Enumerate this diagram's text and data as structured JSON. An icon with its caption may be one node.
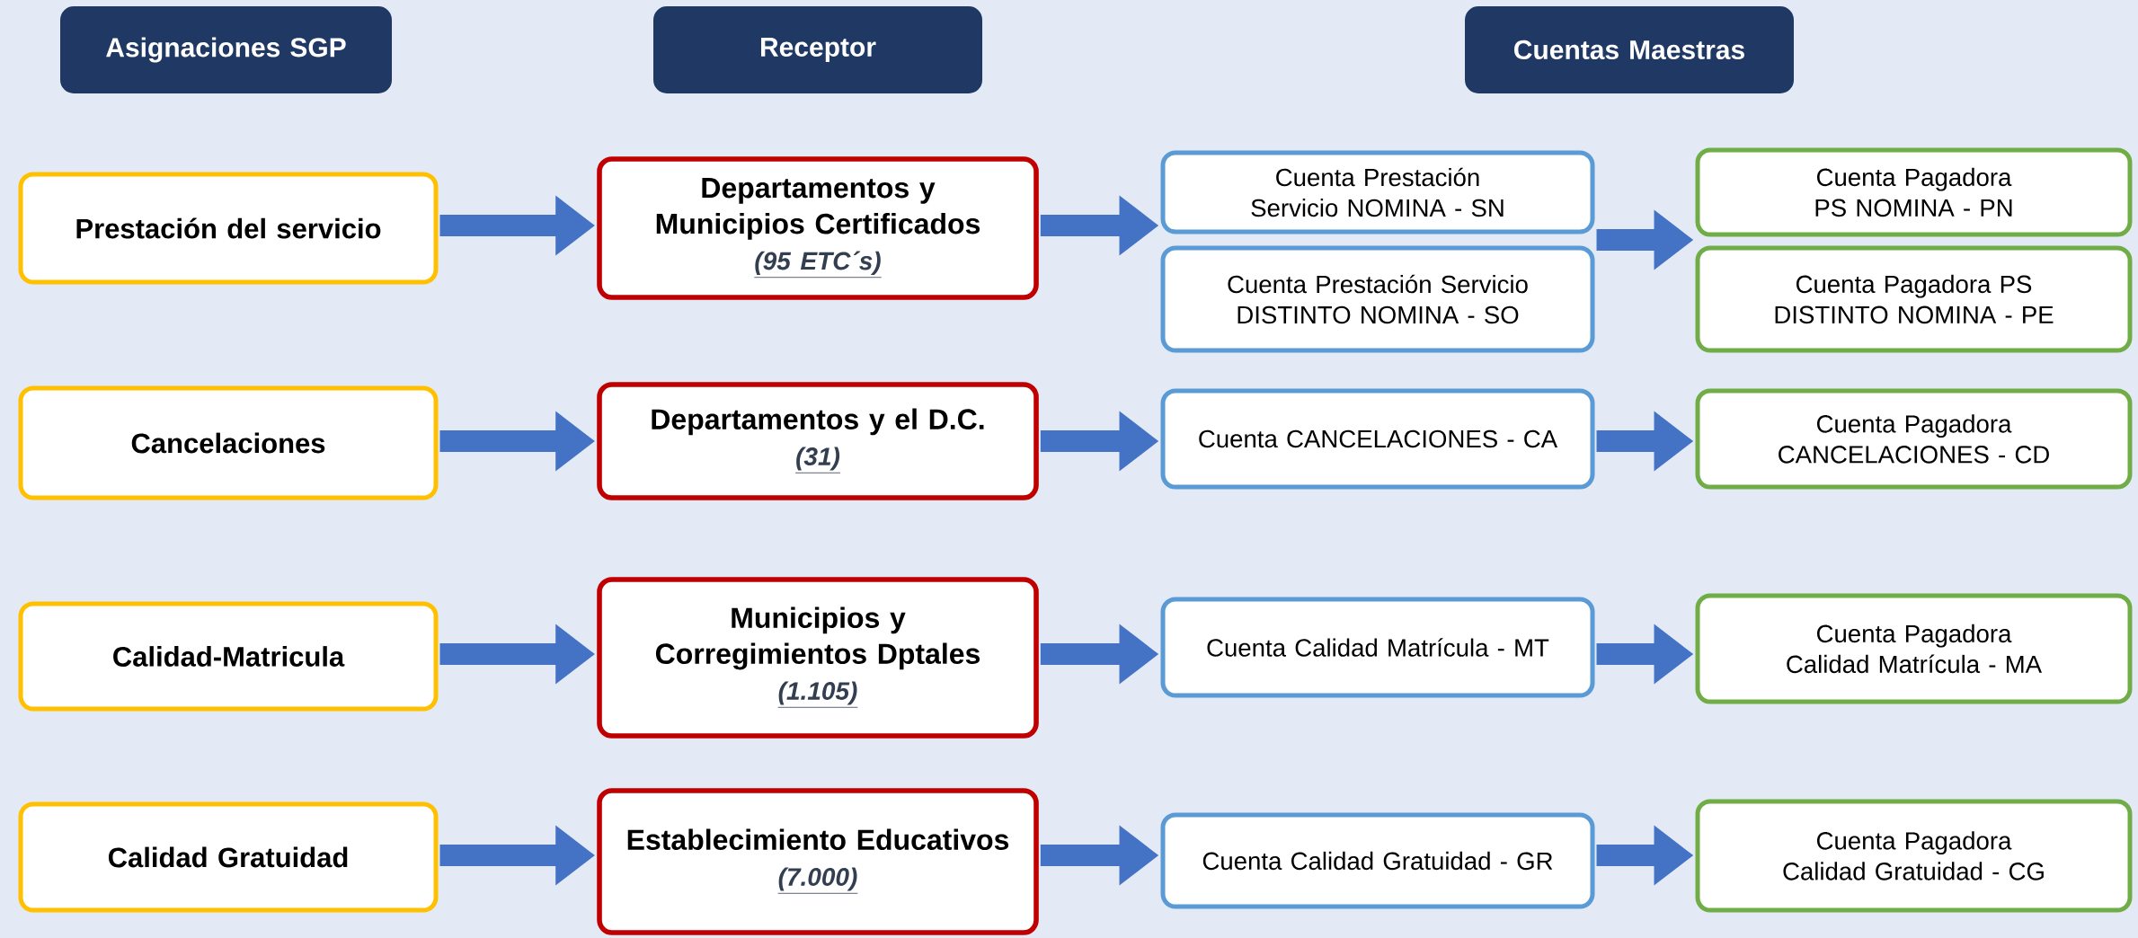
{
  "diagram": {
    "nodes": [
      {
        "text": [
          "Asignaciones SGP"
        ]
      },
      {
        "text": [
          "Receptor"
        ]
      },
      {
        "text": [
          "Cuentas Maestras"
        ]
      },
      {
        "text": [
          "Prestación del servicio"
        ]
      },
      {
        "text": [
          "Departamentos y Municipios Certificados",
          "(95 ETC´s)"
        ]
      },
      {
        "text": [
          "Cuenta Prestación Servicio NOMINA -  SN"
        ]
      },
      {
        "text": [
          "Cuenta Prestación Servicio DISTINTO NOMINA - SO"
        ]
      },
      {
        "text": [
          "Cuenta Pagadora PS NOMINA - PN"
        ]
      },
      {
        "text": [
          "Cuenta Pagadora PS DISTINTO NOMINA - PE"
        ]
      },
      {
        "text": [
          "Cancelaciones"
        ]
      },
      {
        "text": [
          "Departamentos y el D.C.",
          "(31)"
        ]
      },
      {
        "text": [
          "Cuenta CANCELACIONES - CA"
        ]
      },
      {
        "text": [
          "Cuenta Pagadora CANCELACIONES - CD"
        ]
      },
      {
        "text": [
          "Calidad-Matricula"
        ]
      },
      {
        "text": [
          "Municipios y Corregimientos Dptales",
          "(1.105)"
        ]
      },
      {
        "text": [
          "Cuenta Calidad Matrícula - MT"
        ]
      },
      {
        "text": [
          "Cuenta Pagadora Calidad Matrícula - MA"
        ]
      },
      {
        "text": [
          "Calidad Gratuidad"
        ]
      },
      {
        "text": [
          "Establecimiento Educativos",
          "(7.000)"
        ]
      },
      {
        "text": [
          "Cuenta Calidad Gratuidad - GR"
        ]
      },
      {
        "text": [
          "Cuenta Pagadora Calidad Gratuidad - CG"
        ]
      }
    ],
    "edges": [
      {
        "from": 3,
        "to": 4,
        "arrow": "to"
      },
      {
        "from": 4,
        "to": 5,
        "arrow": "to"
      },
      {
        "from": 4,
        "to": 6,
        "arrow": "to"
      },
      {
        "from": 5,
        "to": 7,
        "arrow": "to"
      },
      {
        "from": 6,
        "to": 8,
        "arrow": "to"
      },
      {
        "from": 9,
        "to": 10,
        "arrow": "to"
      },
      {
        "from": 10,
        "to": 11,
        "arrow": "to"
      },
      {
        "from": 11,
        "to": 12,
        "arrow": "to"
      },
      {
        "from": 13,
        "to": 14,
        "arrow": "to"
      },
      {
        "from": 14,
        "to": 15,
        "arrow": "to"
      },
      {
        "from": 15,
        "to": 16,
        "arrow": "to"
      },
      {
        "from": 17,
        "to": 18,
        "arrow": "to"
      },
      {
        "from": 18,
        "to": 19,
        "arrow": "to"
      },
      {
        "from": 19,
        "to": 20,
        "arrow": "to"
      }
    ]
  }
}
